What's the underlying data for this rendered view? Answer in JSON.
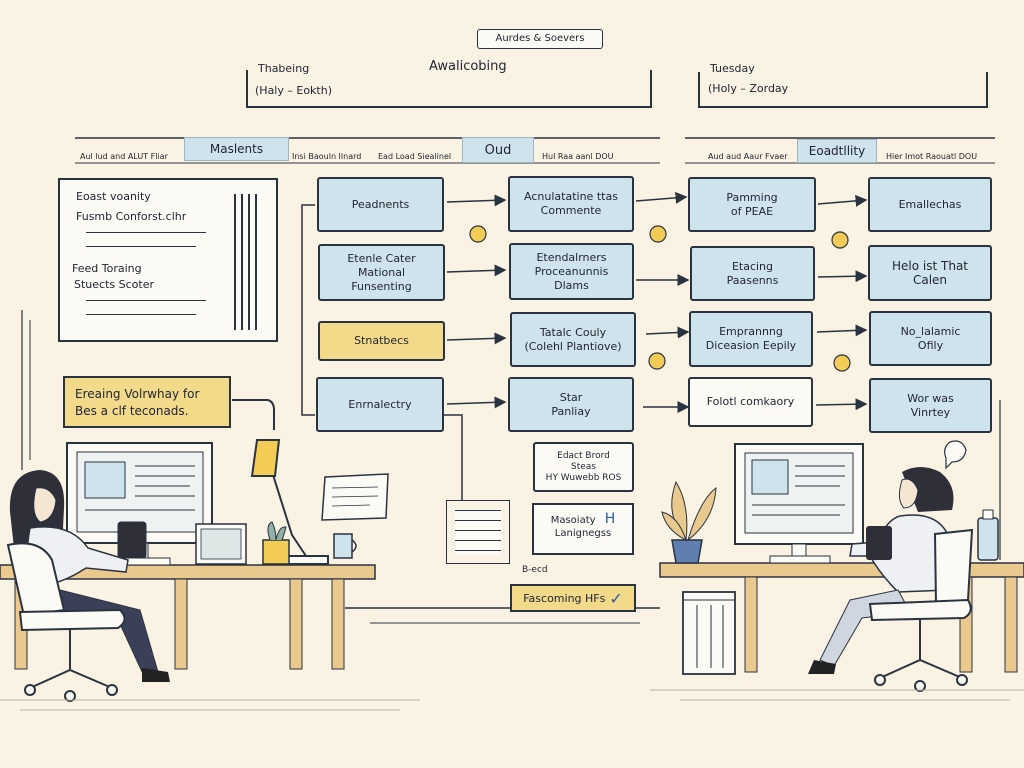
{
  "header": {
    "title": "Aurdes & Soevers",
    "left_panel_label": "Thabeing",
    "center_label": "Awalicobing",
    "left_panel_value": "(Haly – Eokth)",
    "right_panel_label": "Tuesday",
    "right_panel_value": "(Holy – Zorday"
  },
  "columns": {
    "tab_1": "Maslents",
    "tab_2": "Oud",
    "tab_3": "Eoadtllity",
    "sub_1": "Aul lud and ALUT Fliar",
    "sub_2": "Insi Baouln Ilnard",
    "sub_3": "Ead Load Siealinel",
    "sub_4": "Hul Raa aanl DOU",
    "sub_5": "Aud aud Aaur Fvaer",
    "sub_6": "Hier Imot Raouatl DOU"
  },
  "note_card": {
    "line_1": "Eoast voanity",
    "line_2": "Fusmb Conforst.clhr",
    "line_3": "Feed Toraing",
    "line_4": "Stuects Scoter"
  },
  "callout": {
    "line_1": "Ereaing Volrwhay for",
    "line_2": "Bes a clf teconads."
  },
  "flow": {
    "col1": [
      "Peadnents",
      "Etenle Cater\nMational\nFunsenting",
      "Stnatbecs",
      "Enrnalectry"
    ],
    "col2": [
      "Acnulatatine ttas\nCommente",
      "Etendalrners\nProceanunnis\nDlams",
      "Tatalc Couly\n(Colehl Plantiove)",
      "Star\nPanliay"
    ],
    "col3": [
      "Pamming\nof PEAE",
      "Etacing\nPaasenns",
      "Emprannng\nDiceasion Eepily",
      "Folotl comkaory"
    ],
    "col4": [
      "Emallechas",
      "Helo ist That\nCalen",
      "No_lalamic\nOfily",
      "Wor was\nVinrtey"
    ]
  },
  "lower_stack": {
    "item_1": "Edact Brord\nSteas\nHY Wuwebb ROS",
    "item_2": "Masoiaty",
    "item_2_mark": "H",
    "item_2_sub": "Lanignegss",
    "label": "B-ecd",
    "item_3": "Fascoming HFs",
    "item_3_mark": "✓"
  },
  "colors": {
    "background": "#faf3e3",
    "box_blue": "#cfe3ec",
    "box_yellow": "#f3d98a",
    "ink": "#2a3340",
    "desk": "#e9c98d",
    "dot": "#f2cc55"
  },
  "icons": [
    "desk-lamp-icon",
    "monitor-icon",
    "tablet-icon",
    "coffee-mug-icon",
    "potted-plant-icon",
    "trash-bin-icon",
    "office-chair-icon",
    "person-icon",
    "bottle-icon"
  ]
}
